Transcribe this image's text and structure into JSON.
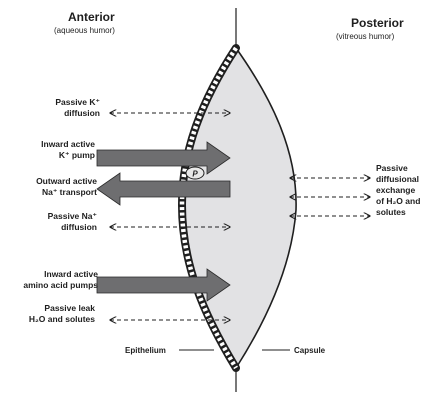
{
  "headings": {
    "anterior": "Anterior",
    "anterior_sub": "(aqueous humor)",
    "posterior": "Posterior",
    "posterior_sub": "(vitreous humor)"
  },
  "labels": {
    "passive_k": [
      "Passive K⁺",
      "diffusion"
    ],
    "inward_k_pump": [
      "Inward active",
      "K⁺ pump"
    ],
    "outward_na": [
      "Outward active",
      "Na⁺ transport"
    ],
    "passive_na": [
      "Passive Na⁺",
      "diffusion"
    ],
    "amino": [
      "Inward active",
      "amino acid pumps"
    ],
    "leak": [
      "Passive leak",
      "H₂O and solutes"
    ],
    "posterior_exchange": [
      "Passive",
      "diffusional",
      "exchange",
      "of H₂O and",
      "solutes"
    ]
  },
  "pump_marker": "P",
  "captions": {
    "epithelium": "Epithelium",
    "capsule": "Capsule"
  },
  "colors": {
    "lens_fill": "#e2e2e4",
    "line": "#1f1f1f",
    "arrow": "#6e6e70"
  }
}
